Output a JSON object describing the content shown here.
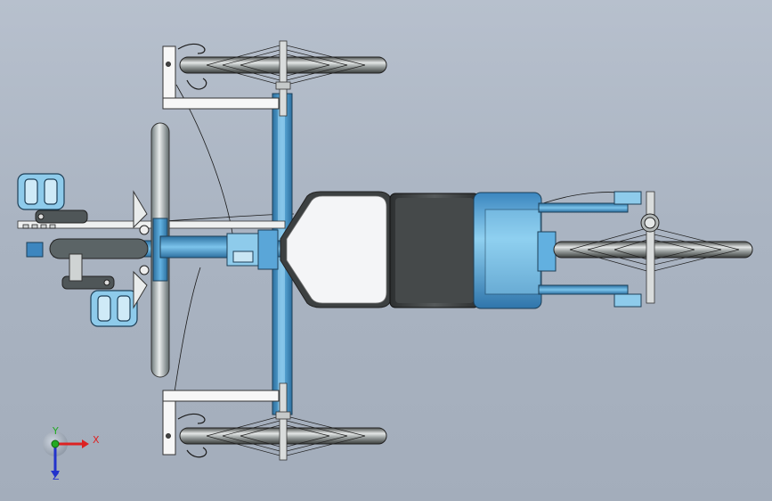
{
  "triad": {
    "x_label": "X",
    "y_label": "Y",
    "z_label": "Z"
  },
  "colors": {
    "background": "#aab4c2",
    "frame_blue": "#4f9bd1",
    "light_blue": "#8ecbeb",
    "seat_dark": "#3f4345",
    "seat_white": "#f3f4f6",
    "tire": "#7f8583",
    "axis_x": "#dd2222",
    "axis_y": "#22aa22",
    "axis_z": "#2233cc"
  }
}
